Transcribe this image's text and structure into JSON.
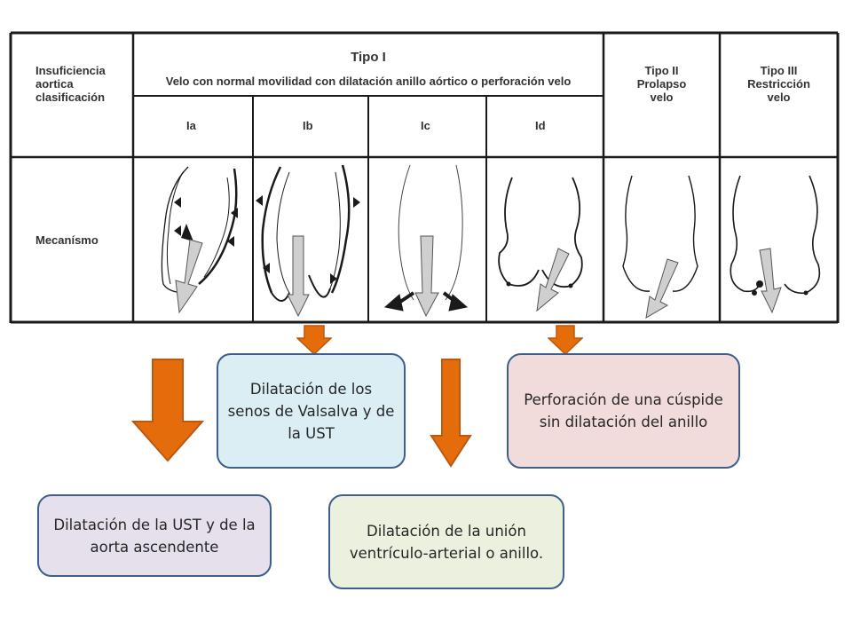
{
  "table": {
    "header_left": "Insuficiencia\naortica\nclasificación",
    "tipo1_title": "Tipo I",
    "tipo1_subtitle": "Velo con normal movilidad con dilatación anillo aórtico o perforación velo",
    "tipo2": "Tipo II\nProlapso\nvelo",
    "tipo3": "Tipo III\nRestricción\nvelo",
    "subtypes": [
      "Ia",
      "Ib",
      "Ic",
      "Id"
    ],
    "row_label": "Mecanísmo"
  },
  "boxes": {
    "valsalva": "Dilatación de los senos de Valsalva y de la UST",
    "perforacion": "Perforación de una cúspide sin dilatación del anillo",
    "ust_aorta": "Dilatación de la UST y de la aorta ascendente",
    "union": "Dilatación de la unión ventrículo-arterial o anillo."
  },
  "colors": {
    "arrow_fill": "#e46c0a",
    "arrow_stroke": "#b85a10",
    "box_border": "#3e5f8a",
    "box_valsalva": "#dbeef4",
    "box_perforacion": "#f2dcdb",
    "box_ust_aorta": "#e5e0ec",
    "box_union": "#ebf1de"
  }
}
